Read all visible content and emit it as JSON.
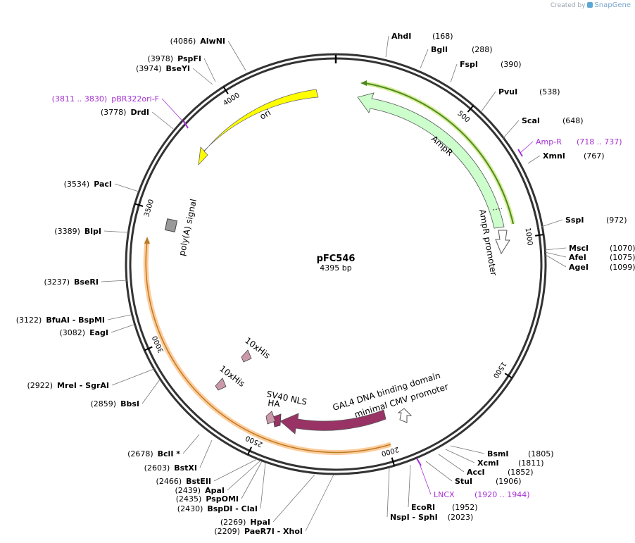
{
  "credit": {
    "prefix": "Created by",
    "brand": "SnapGene"
  },
  "plasmid": {
    "name": "pFC546",
    "size_label": "4395 bp",
    "length": 4395
  },
  "ticks": [
    {
      "pos": 500,
      "label": "500"
    },
    {
      "pos": 1000,
      "label": "1000"
    },
    {
      "pos": 1500,
      "label": "1500"
    },
    {
      "pos": 2000,
      "label": "2000"
    },
    {
      "pos": 2500,
      "label": "2500"
    },
    {
      "pos": 3000,
      "label": "3000"
    },
    {
      "pos": 3500,
      "label": "3500"
    },
    {
      "pos": 4000,
      "label": "4000"
    }
  ],
  "right_sites": [
    {
      "name": "AhdI",
      "pos": "(168)"
    },
    {
      "name": "BglI",
      "pos": "(288)"
    },
    {
      "name": "FspI",
      "pos": "(390)"
    },
    {
      "name": "PvuI",
      "pos": "(538)"
    },
    {
      "name": "ScaI",
      "pos": "(648)"
    },
    {
      "name": "Amp-R",
      "pos": "(718 .. 737)",
      "primer": true
    },
    {
      "name": "XmnI",
      "pos": "(767)"
    },
    {
      "name": "SspI",
      "pos": "(972)"
    },
    {
      "name": "MscI",
      "pos": "(1070)"
    },
    {
      "name": "AfeI",
      "pos": "(1075)"
    },
    {
      "name": "AgeI",
      "pos": "(1099)"
    },
    {
      "name": "BsmI",
      "pos": "(1805)"
    },
    {
      "name": "XcmI",
      "pos": "(1811)"
    },
    {
      "name": "AccI",
      "pos": "(1852)"
    },
    {
      "name": "StuI",
      "pos": "(1906)"
    },
    {
      "name": "LNCX",
      "pos": "(1920 .. 1944)",
      "primer": true
    },
    {
      "name": "EcoRI",
      "pos": "(1952)"
    },
    {
      "name": "NspI  - SphI",
      "pos": "(2023)"
    }
  ],
  "left_sites": [
    {
      "name": "AlwNI",
      "pos": "(4086)"
    },
    {
      "name": "PspFI",
      "pos": "(3978)"
    },
    {
      "name": "BseYI",
      "pos": "(3974)"
    },
    {
      "name": "pBR322ori-F",
      "pos": "(3811 .. 3830)",
      "primer": true
    },
    {
      "name": "DrdI",
      "pos": "(3778)"
    },
    {
      "name": "PacI",
      "pos": "(3534)"
    },
    {
      "name": "BlpI",
      "pos": "(3389)"
    },
    {
      "name": "BseRI",
      "pos": "(3237)"
    },
    {
      "name": "BfuAI  - BspMI",
      "pos": "(3122)"
    },
    {
      "name": "EagI",
      "pos": "(3082)"
    },
    {
      "name": "MreI  - SgrAI",
      "pos": "(2922)"
    },
    {
      "name": "BbsI",
      "pos": "(2859)"
    },
    {
      "name": "BclI *",
      "pos": "(2678)"
    },
    {
      "name": "BstXI",
      "pos": "(2603)"
    },
    {
      "name": "BstEII",
      "pos": "(2466)"
    },
    {
      "name": "ApaI",
      "pos": "(2439)"
    },
    {
      "name": "PspOMI",
      "pos": "(2435)"
    },
    {
      "name": "BspDI  - ClaI",
      "pos": "(2430)"
    },
    {
      "name": "HpaI",
      "pos": "(2269)"
    },
    {
      "name": "PaeR7I  - XhoI",
      "pos": "(2209)"
    }
  ],
  "features": {
    "ori": "ori",
    "ampr": "AmpR",
    "ampr_promoter": "AmpR promoter",
    "polya": "poly(A) signal",
    "his1": "10xHis",
    "his2": "10xHis",
    "sv40": "SV40 NLS",
    "ha": "HA",
    "gal4": "GAL4 DNA binding domain",
    "cmv": "minimal CMV promoter"
  },
  "colors": {
    "ori": "#ffff00",
    "ampr": "#ccffcc",
    "cds_green": "#66a833",
    "orange": "#ffbf80",
    "gal4": "#993366",
    "small_feature": "#cc99aa",
    "primer": "#a630d4",
    "polya": "#999999"
  }
}
